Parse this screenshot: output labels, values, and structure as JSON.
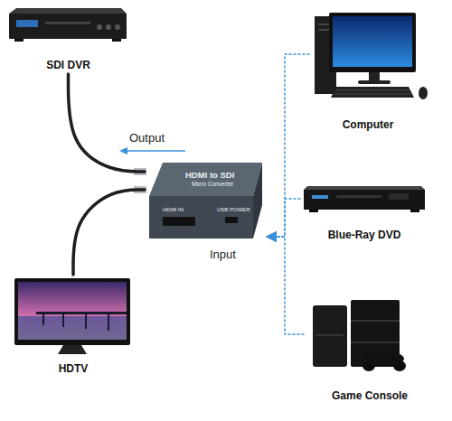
{
  "diagram": {
    "nodes": [
      {
        "text": [
          "SDI DVR"
        ]
      },
      {
        "text": [
          "Computer"
        ]
      },
      {
        "text": [
          "HDMI to SDI",
          "Micro Converter",
          "HDMI IN",
          "USB POWER"
        ]
      },
      {
        "text": [
          "Blue-Ray DVD"
        ]
      },
      {
        "text": [
          "HDTV"
        ]
      },
      {
        "text": [
          "Game Console"
        ]
      }
    ],
    "edges": [
      {
        "from": 1,
        "to": 2,
        "arrow": "to"
      },
      {
        "from": 3,
        "to": 2,
        "arrow": "to"
      },
      {
        "from": 5,
        "to": 2,
        "arrow": "to"
      },
      {
        "from": 2,
        "to": 0,
        "arrow": "none"
      },
      {
        "from": 2,
        "to": 4,
        "arrow": "none"
      }
    ],
    "labels": [
      "Output",
      "Input"
    ]
  }
}
